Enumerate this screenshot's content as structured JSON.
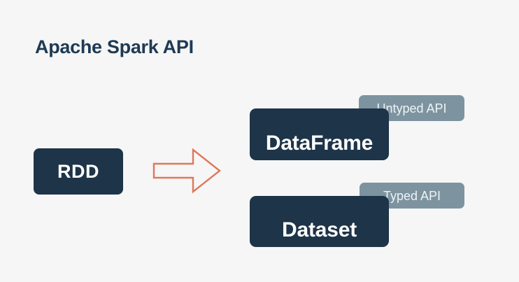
{
  "page": {
    "title": "Apache Spark API",
    "background_color": "#f6f6f6",
    "title_color": "#1f3a53"
  },
  "diagram": {
    "type": "flow",
    "node_fill_color": "#1e3448",
    "badge_fill_color": "#7d94a0",
    "arrow_color": "#e0775a",
    "source": {
      "id": "rdd",
      "label": "RDD"
    },
    "arrow": {
      "name": "right-arrow-icon",
      "direction": "right"
    },
    "targets": [
      {
        "id": "dataframe",
        "label": "DataFrame",
        "badge": "Untyped API"
      },
      {
        "id": "dataset",
        "label": "Dataset",
        "badge": "Typed API"
      }
    ]
  }
}
